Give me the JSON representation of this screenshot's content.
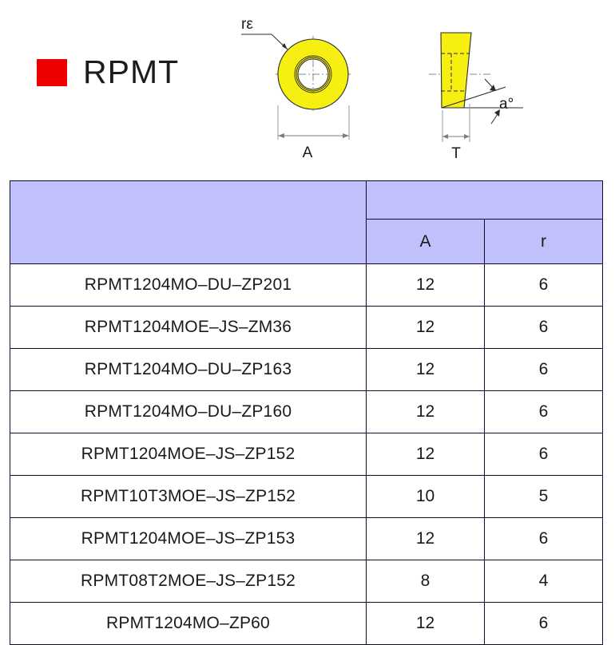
{
  "brand": {
    "swatch_color": "#ee0000",
    "title": "RPMT"
  },
  "diagrams": {
    "top_view": {
      "name": "round-insert-top-view",
      "corner_radius_label": "rε",
      "width_label": "A",
      "fill_color": "#f7ee12"
    },
    "side_view": {
      "name": "insert-side-view",
      "thickness_label": "T",
      "clearance_angle_label": "a°",
      "fill_color": "#f7ee12"
    }
  },
  "table": {
    "header_fill": "#c0c0fa",
    "headers": {
      "designation": "",
      "group": "",
      "a": "A",
      "r": "r"
    },
    "columns": [
      "designation",
      "A",
      "r"
    ],
    "rows": [
      {
        "designation": "RPMT1204MO–DU–ZP201",
        "A": "12",
        "r": "6"
      },
      {
        "designation": "RPMT1204MOE–JS–ZM36",
        "A": "12",
        "r": "6"
      },
      {
        "designation": "RPMT1204MO–DU–ZP163",
        "A": "12",
        "r": "6"
      },
      {
        "designation": "RPMT1204MO–DU–ZP160",
        "A": "12",
        "r": "6"
      },
      {
        "designation": "RPMT1204MOE–JS–ZP152",
        "A": "12",
        "r": "6"
      },
      {
        "designation": "RPMT10T3MOE–JS–ZP152",
        "A": "10",
        "r": "5"
      },
      {
        "designation": "RPMT1204MOE–JS–ZP153",
        "A": "12",
        "r": "6"
      },
      {
        "designation": "RPMT08T2MOE–JS–ZP152",
        "A": "8",
        "r": "4"
      },
      {
        "designation": "RPMT1204MO–ZP60",
        "A": "12",
        "r": "6"
      }
    ]
  }
}
